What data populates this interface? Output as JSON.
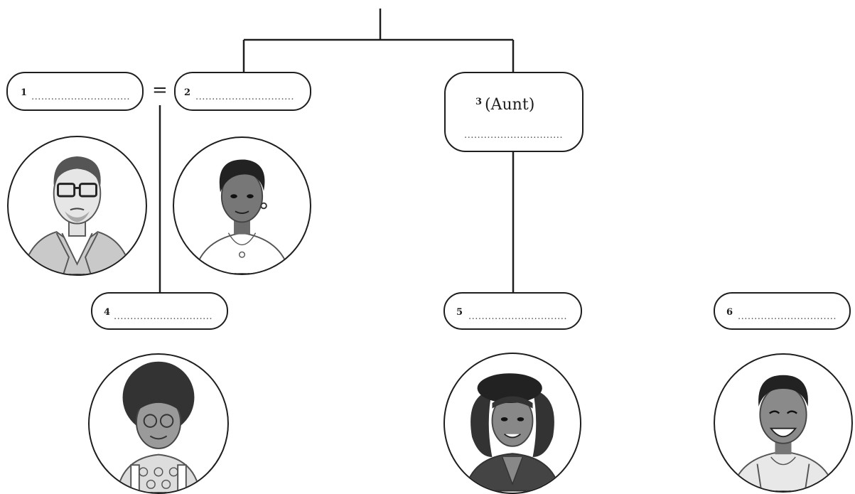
{
  "diagram": {
    "marriage_symbol": "=",
    "members": [
      {
        "number": "1",
        "blank": "..............................",
        "portrait": "man-with-glasses-portrait"
      },
      {
        "number": "2",
        "blank": "..............................",
        "portrait": "woman-short-hair-portrait"
      },
      {
        "number": "3",
        "role": "(Aunt)",
        "blank": "..............................",
        "portrait": null
      },
      {
        "number": "4",
        "blank": "..............................",
        "portrait": "girl-afro-portrait"
      },
      {
        "number": "5",
        "blank": "..............................",
        "portrait": "young-woman-beret-portrait"
      },
      {
        "number": "6",
        "blank": "..............................",
        "portrait": "boy-smiling-portrait"
      }
    ],
    "colors": {
      "line": "#1e1e1e",
      "sketch": "#555555",
      "shade": "#bdbdbd"
    }
  }
}
